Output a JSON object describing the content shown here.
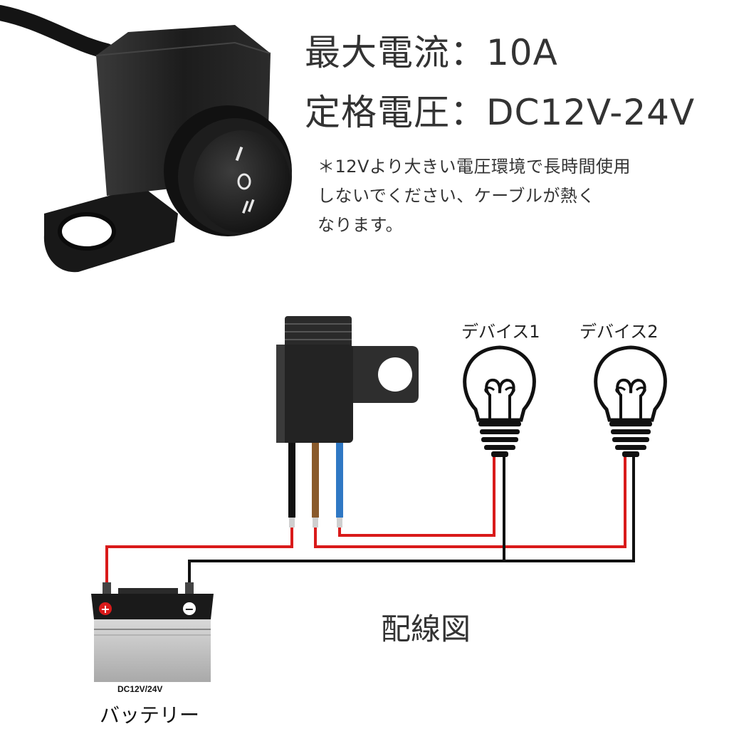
{
  "specs": {
    "max_current": "最大電流：10A",
    "rated_voltage": "定格電圧：DC12V-24V"
  },
  "note": {
    "line1": "＊12Vより大きい電圧環境で長時間使用",
    "line2": "しないでください、ケーブルが熱く",
    "line3": "なります。"
  },
  "devices": {
    "device1": "デバイス1",
    "device2": "デバイス2"
  },
  "diagram_title": "配線図",
  "battery": {
    "voltage": "DC12V/24V",
    "label": "バッテリー",
    "positive": "+",
    "negative": "−"
  },
  "switch": {
    "positions": [
      "I",
      "O",
      "II"
    ]
  },
  "colors": {
    "red_wire": "#d91a1a",
    "black_wire": "#111111",
    "brown_wire": "#8a5a2b",
    "blue_wire": "#2f78c4",
    "switch_body": "#1c1c1c"
  }
}
